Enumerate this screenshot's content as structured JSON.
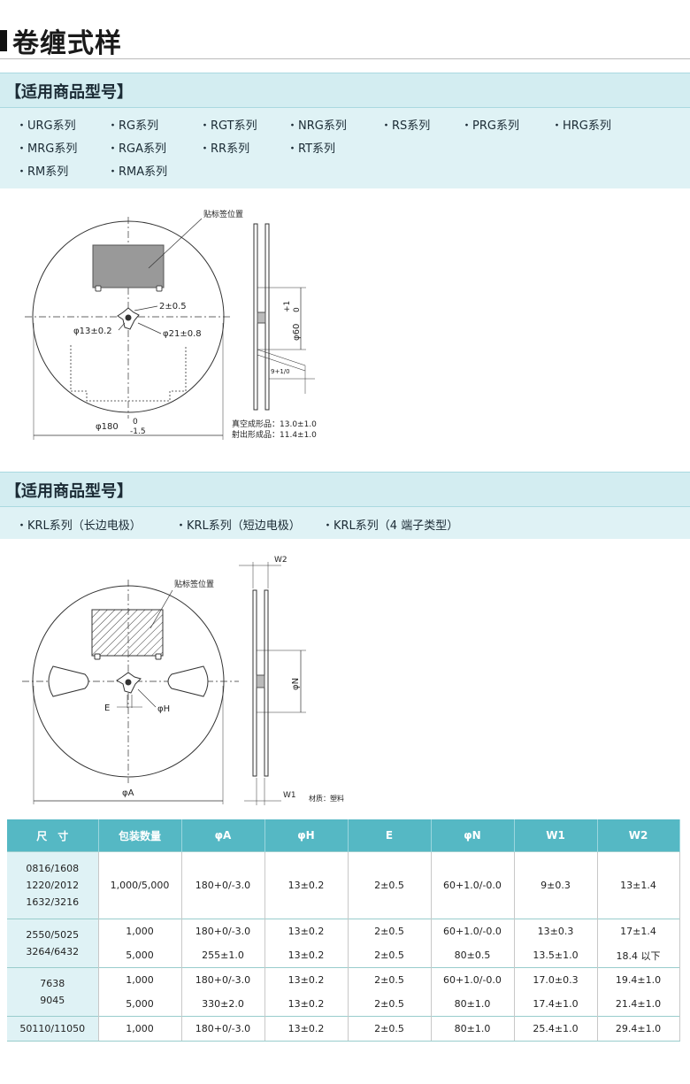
{
  "page_title": "卷缠式样",
  "section1": {
    "heading": "【适用商品型号】",
    "series": [
      "・URG系列",
      "・RG系列",
      "・RGT系列",
      "・NRG系列",
      "・RS系列",
      "・PRG系列",
      "・HRG系列",
      "・MRG系列",
      "・RGA系列",
      "・RR系列",
      "・RT系列",
      "・RM系列",
      "・RMA系列"
    ]
  },
  "diagram1": {
    "label_position": "贴标签位置",
    "dim_slot": "2±0.5",
    "dim_hole": "φ13±0.2",
    "dim_hub": "φ21±0.8",
    "dim_outer": "φ180",
    "dim_outer_tol_top": "0",
    "dim_outer_tol_bottom": "-1.5",
    "dim_hub_width": "φ60",
    "dim_hub_tol_top": "+1",
    "dim_hub_tol_bottom": "0",
    "dim_gap": "9+1/0",
    "note_vacuum": "真空成形品：13.0±1.0",
    "note_injection": "射出形成品：11.4±1.0"
  },
  "section2": {
    "heading": "【适用商品型号】",
    "series": [
      "・KRL系列（长边电极）",
      "・KRL系列（短边电极）",
      "・KRL系列（4 端子类型）"
    ]
  },
  "diagram2": {
    "label_position": "贴标签位置",
    "dim_w2": "W2",
    "dim_w1": "W1",
    "dim_a": "φA",
    "dim_h": "φH",
    "dim_e": "E",
    "dim_n": "φN",
    "material": "材质：塑料"
  },
  "table": {
    "headers": [
      "尺　寸",
      "包装数量",
      "φA",
      "φH",
      "E",
      "φN",
      "W1",
      "W2"
    ],
    "groups": [
      {
        "size": [
          "0816/1608",
          "1220/2012",
          "1632/3216"
        ],
        "rows": [
          [
            "1,000/5,000",
            "180+0/-3.0",
            "13±0.2",
            "2±0.5",
            "60+1.0/-0.0",
            "9±0.3",
            "13±1.4"
          ]
        ]
      },
      {
        "size": [
          "2550/5025",
          "3264/6432"
        ],
        "rows": [
          [
            "1,000",
            "180+0/-3.0",
            "13±0.2",
            "2±0.5",
            "60+1.0/-0.0",
            "13±0.3",
            "17±1.4"
          ],
          [
            "5,000",
            "255±1.0",
            "13±0.2",
            "2±0.5",
            "80±0.5",
            "13.5±1.0",
            "18.4 以下"
          ]
        ]
      },
      {
        "size": [
          "7638",
          "9045"
        ],
        "rows": [
          [
            "1,000",
            "180+0/-3.0",
            "13±0.2",
            "2±0.5",
            "60+1.0/-0.0",
            "17.0±0.3",
            "19.4±1.0"
          ],
          [
            "5,000",
            "330±2.0",
            "13±0.2",
            "2±0.5",
            "80±1.0",
            "17.4±1.0",
            "21.4±1.0"
          ]
        ]
      },
      {
        "size": [
          "50110/11050"
        ],
        "rows": [
          [
            "1,000",
            "180+0/-3.0",
            "13±0.2",
            "2±0.5",
            "80±1.0",
            "25.4±1.0",
            "29.4±1.0"
          ]
        ]
      }
    ]
  }
}
